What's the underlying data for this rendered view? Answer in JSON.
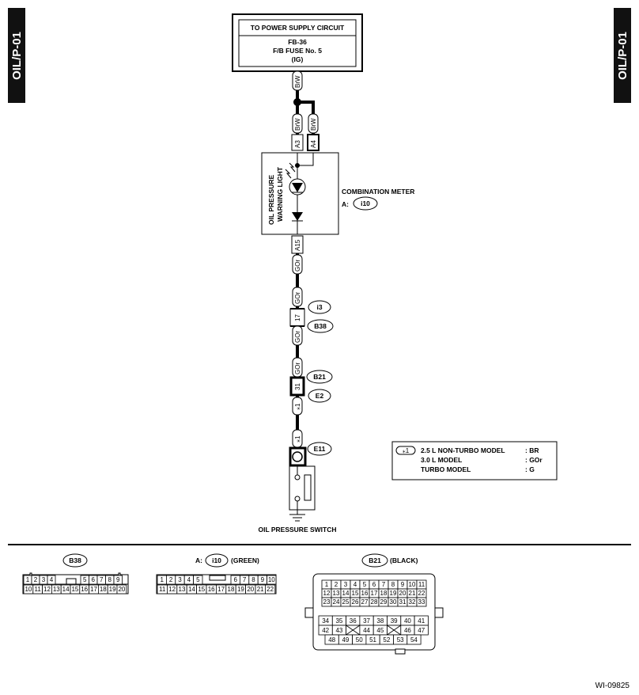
{
  "side_tab": "OIL/P-01",
  "power_box": {
    "title": "TO POWER SUPPLY CIRCUIT",
    "line1": "FB-36",
    "line2": "F/B FUSE No. 5",
    "line3": "(IG)"
  },
  "wire_colors": {
    "brw": "BrW",
    "gor": "GOr",
    "star1": "⁎1"
  },
  "meter": {
    "component": "COMBINATION METER",
    "connector_prefix": "A:",
    "connector": "i10",
    "label1": "OIL PRESSURE",
    "label2": "WARNING LIGHT",
    "pins": [
      "A3",
      "A4",
      "A15"
    ]
  },
  "connectors": {
    "i3": "i3",
    "b38": "B38",
    "pin17": "17",
    "b21": "B21",
    "pin31": "31",
    "e2": "E2",
    "e11": "E11"
  },
  "switch_label": "OIL PRESSURE SWITCH",
  "note": {
    "marker": "⁎1",
    "rows": [
      {
        "model": "2.5 L NON-TURBO MODEL",
        "color": ": BR"
      },
      {
        "model": "3.0 L MODEL",
        "color": ": GOr"
      },
      {
        "model": "TURBO MODEL",
        "color": ": G"
      }
    ]
  },
  "pinouts": {
    "b38": {
      "name": "B38",
      "row1": [
        "1",
        "2",
        "3",
        "4",
        "",
        "5",
        "6",
        "7",
        "8",
        "9"
      ],
      "row2": [
        "10",
        "11",
        "12",
        "13",
        "14",
        "15",
        "16",
        "17",
        "18",
        "19",
        "20"
      ]
    },
    "i10": {
      "prefix": "A:",
      "name": "i10",
      "suffix": "(GREEN)",
      "row1": [
        "1",
        "2",
        "3",
        "4",
        "5",
        "",
        "6",
        "7",
        "8",
        "9",
        "10"
      ],
      "row2": [
        "11",
        "12",
        "13",
        "14",
        "15",
        "16",
        "17",
        "18",
        "19",
        "20",
        "21",
        "22"
      ]
    },
    "b21": {
      "name": "B21",
      "suffix": "(BLACK)",
      "upper": [
        [
          "1",
          "2",
          "3",
          "4",
          "5",
          "6",
          "7",
          "8",
          "9",
          "10",
          "11"
        ],
        [
          "12",
          "13",
          "14",
          "15",
          "16",
          "17",
          "18",
          "19",
          "20",
          "21",
          "22"
        ],
        [
          "23",
          "24",
          "25",
          "26",
          "27",
          "28",
          "29",
          "30",
          "31",
          "32",
          "33"
        ]
      ],
      "lower": [
        [
          "34",
          "35",
          "36",
          "37",
          "38",
          "39",
          "40",
          "41"
        ],
        [
          "42",
          "43",
          "",
          "44",
          "45",
          "",
          "46",
          "47"
        ],
        [
          "48",
          "49",
          "50",
          "51",
          "52",
          "53",
          "54"
        ]
      ]
    }
  },
  "code": "WI-09825"
}
